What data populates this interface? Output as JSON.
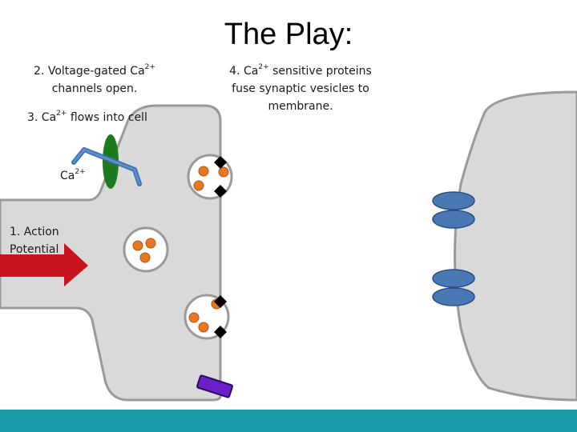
{
  "title": "The Play:",
  "labels": {
    "step2_a": "2. Voltage-gated Ca",
    "step2_sup": "2+",
    "step2_b": "channels open.",
    "step3_a": "3. Ca",
    "step3_sup": "2+",
    "step3_b": " flows into cell",
    "ion_a": "Ca",
    "ion_sup": "2+",
    "step1_a": "1. Action",
    "step1_b": "Potential",
    "step4_a": "4. Ca",
    "step4_sup": "2+",
    "step4_b": " sensitive proteins",
    "step4_c": "fuse synaptic vesicles to",
    "step4_d": "membrane."
  },
  "colors": {
    "cell_fill": "#d9d9d9",
    "cell_outline": "#9a9a9a",
    "channel_green": "#1e7a1e",
    "channel_blue": "#4a78b4",
    "arrow_red": "#c8141e",
    "vesicle_dot": "#e87722",
    "protein_purple": "#6a1fc8",
    "receptor_blue": "#4a78b4",
    "footer_teal": "#1a9ba8"
  }
}
